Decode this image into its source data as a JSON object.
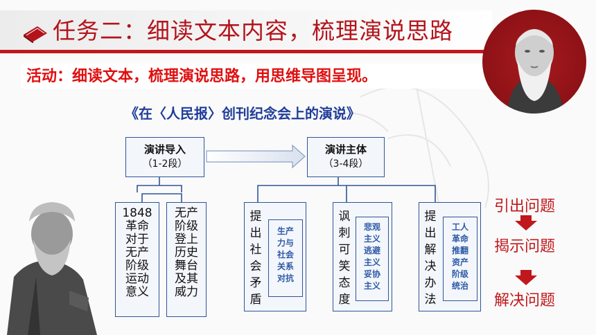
{
  "header": {
    "title": "任务二：细读文本内容，梳理演说思路"
  },
  "activity": {
    "text": "活动：细读文本，梳理演说思路，用思维导图呈现。"
  },
  "work_title": "《在〈人民报〉创刊纪念会上的演说》",
  "diagram": {
    "intro": {
      "label": "演讲导入",
      "sub": "（1-2段）"
    },
    "main": {
      "label": "演讲主体",
      "sub": "（3-4段）"
    },
    "intro_children": [
      {
        "lines": [
          "1848",
          "革命",
          "对于",
          "无产",
          "阶级",
          "运动",
          "意义"
        ]
      },
      {
        "lines": [
          "无产",
          "阶级",
          "登上",
          "历史",
          "舞台",
          "及其",
          "威力"
        ]
      }
    ],
    "main_children": [
      {
        "head": [
          "提",
          "出",
          "社",
          "会",
          "矛",
          "盾"
        ],
        "detail": [
          "生产",
          "力与",
          "社会",
          "关系",
          "对抗"
        ]
      },
      {
        "head": [
          "讽",
          "刺",
          "可",
          "笑",
          "态",
          "度"
        ],
        "detail": [
          "悲观",
          "主义",
          "逃避",
          "主义",
          "妥协",
          "主义"
        ]
      },
      {
        "head": [
          "提",
          "出",
          "解",
          "决",
          "办",
          "法"
        ],
        "detail": [
          "工人",
          "革命",
          "推翻",
          "资产",
          "阶级",
          "统治"
        ]
      }
    ]
  },
  "stages": [
    "引出问题",
    "揭示问题",
    "解决问题"
  ],
  "colors": {
    "accent_red": "#c0181c",
    "box_border": "#2f5597",
    "title_blue": "#1f3d99",
    "detail_blue": "#2e5aa7"
  }
}
